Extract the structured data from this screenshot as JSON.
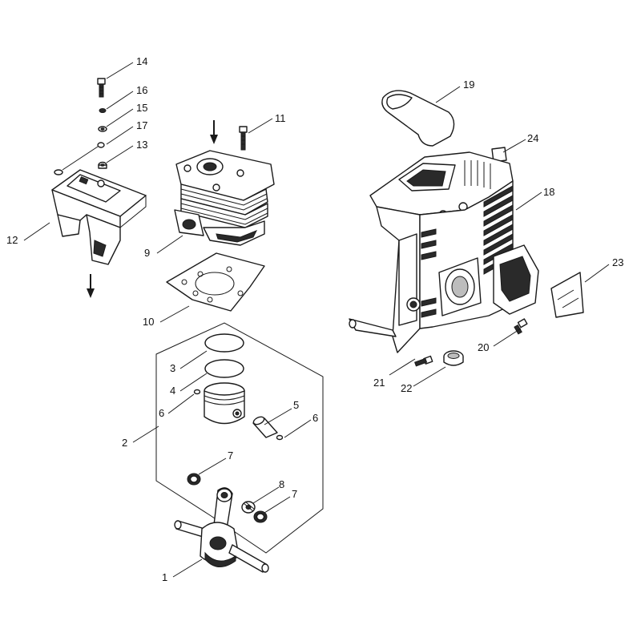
{
  "callouts": [
    {
      "id": "1",
      "label": "1"
    },
    {
      "id": "2",
      "label": "2"
    },
    {
      "id": "3",
      "label": "3"
    },
    {
      "id": "4",
      "label": "4"
    },
    {
      "id": "5",
      "label": "5"
    },
    {
      "id": "6a",
      "label": "6"
    },
    {
      "id": "6b",
      "label": "6"
    },
    {
      "id": "7a",
      "label": "7"
    },
    {
      "id": "7b",
      "label": "7"
    },
    {
      "id": "8",
      "label": "8"
    },
    {
      "id": "9",
      "label": "9"
    },
    {
      "id": "10",
      "label": "10"
    },
    {
      "id": "11",
      "label": "11"
    },
    {
      "id": "12",
      "label": "12"
    },
    {
      "id": "13",
      "label": "13"
    },
    {
      "id": "14",
      "label": "14"
    },
    {
      "id": "15",
      "label": "15"
    },
    {
      "id": "16",
      "label": "16"
    },
    {
      "id": "17",
      "label": "17"
    },
    {
      "id": "18",
      "label": "18"
    },
    {
      "id": "19",
      "label": "19"
    },
    {
      "id": "20",
      "label": "20"
    },
    {
      "id": "21",
      "label": "21"
    },
    {
      "id": "22",
      "label": "22"
    },
    {
      "id": "23",
      "label": "23"
    },
    {
      "id": "24",
      "label": "24"
    }
  ]
}
